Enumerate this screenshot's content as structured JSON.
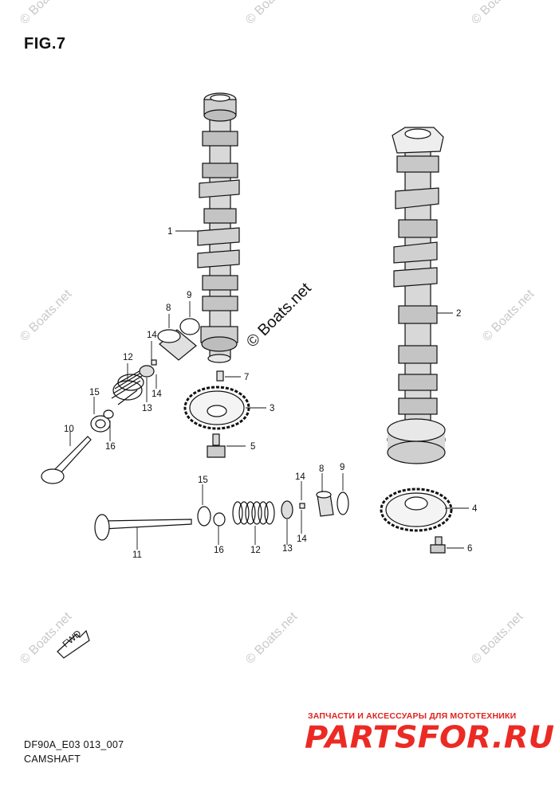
{
  "figure": {
    "title": "FIG.7",
    "code": "DF90A_E03 013_007",
    "name": "CAMSHAFT",
    "watermark": "© Boats.net",
    "fwd_label": "FWD"
  },
  "brand": {
    "tagline": "ЗАПЧАСТИ И АКСЕССУАРЫ ДЛЯ МОТОТЕХНИКИ",
    "logo": "PARTSFOR.RU",
    "color": "#e0231d"
  },
  "callouts": {
    "c1": "1",
    "c2": "2",
    "c3": "3",
    "c4": "4",
    "c5": "5",
    "c6": "6",
    "c7": "7",
    "c8a": "8",
    "c9a": "9",
    "c14a": "14",
    "c12a": "12",
    "c14b": "14",
    "c15a": "15",
    "c13a": "13",
    "c10": "10",
    "c16a": "16",
    "c8b": "8",
    "c9b": "9",
    "c14c": "14",
    "c15b": "15",
    "c16b": "16",
    "c12b": "12",
    "c13b": "13",
    "c14d": "14",
    "c11": "11"
  }
}
